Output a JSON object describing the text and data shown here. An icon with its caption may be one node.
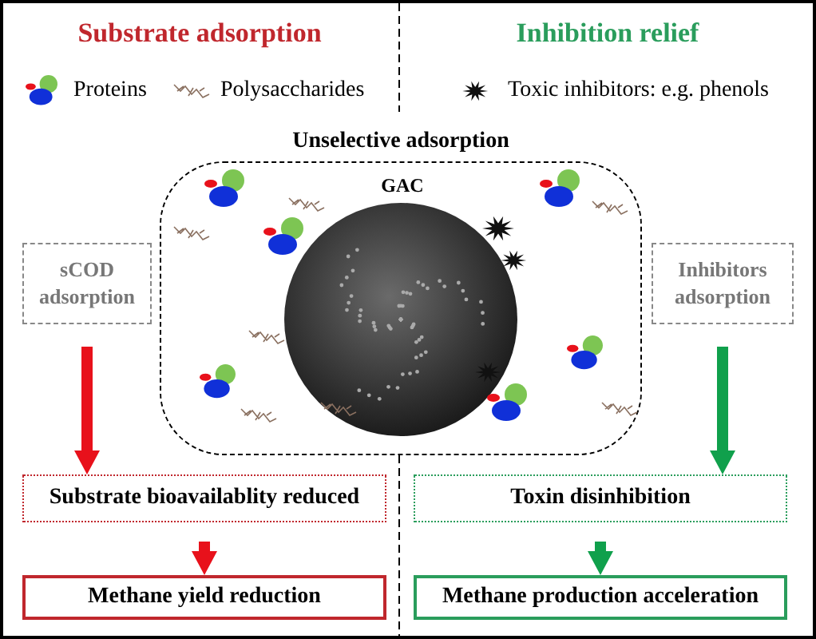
{
  "diagram": {
    "nodes": [
      {
        "text": [
          "Unselective adsorption"
        ]
      },
      {
        "text": [
          "GAC"
        ],
        "in": 0
      },
      {
        "text": [
          "sCOD adsorption"
        ]
      },
      {
        "text": [
          "Inhibitors adsorption"
        ]
      },
      {
        "text": [
          "Substrate bioavailablity reduced"
        ]
      },
      {
        "text": [
          "Toxin disinhibition"
        ]
      },
      {
        "text": [
          "Methane yield reduction"
        ]
      },
      {
        "text": [
          "Methane production acceleration"
        ]
      }
    ],
    "edges": [
      {
        "from": 2,
        "to": 4,
        "arrow": "to",
        "style": "thick",
        "color": "#e8111b"
      },
      {
        "from": 4,
        "to": 6,
        "arrow": "to",
        "style": "thick",
        "color": "#e8111b"
      },
      {
        "from": 3,
        "to": 5,
        "arrow": "to",
        "style": "thick",
        "color": "#10a04c"
      },
      {
        "from": 5,
        "to": 7,
        "arrow": "to",
        "style": "thick",
        "color": "#10a04c"
      }
    ],
    "labels": [
      "Substrate adsorption",
      "Inhibition relief"
    ],
    "legend": [
      {
        "text": "Proteins"
      },
      {
        "text": "Polysaccharides"
      },
      {
        "text": "Toxic inhibitors: e.g. phenols"
      }
    ]
  }
}
